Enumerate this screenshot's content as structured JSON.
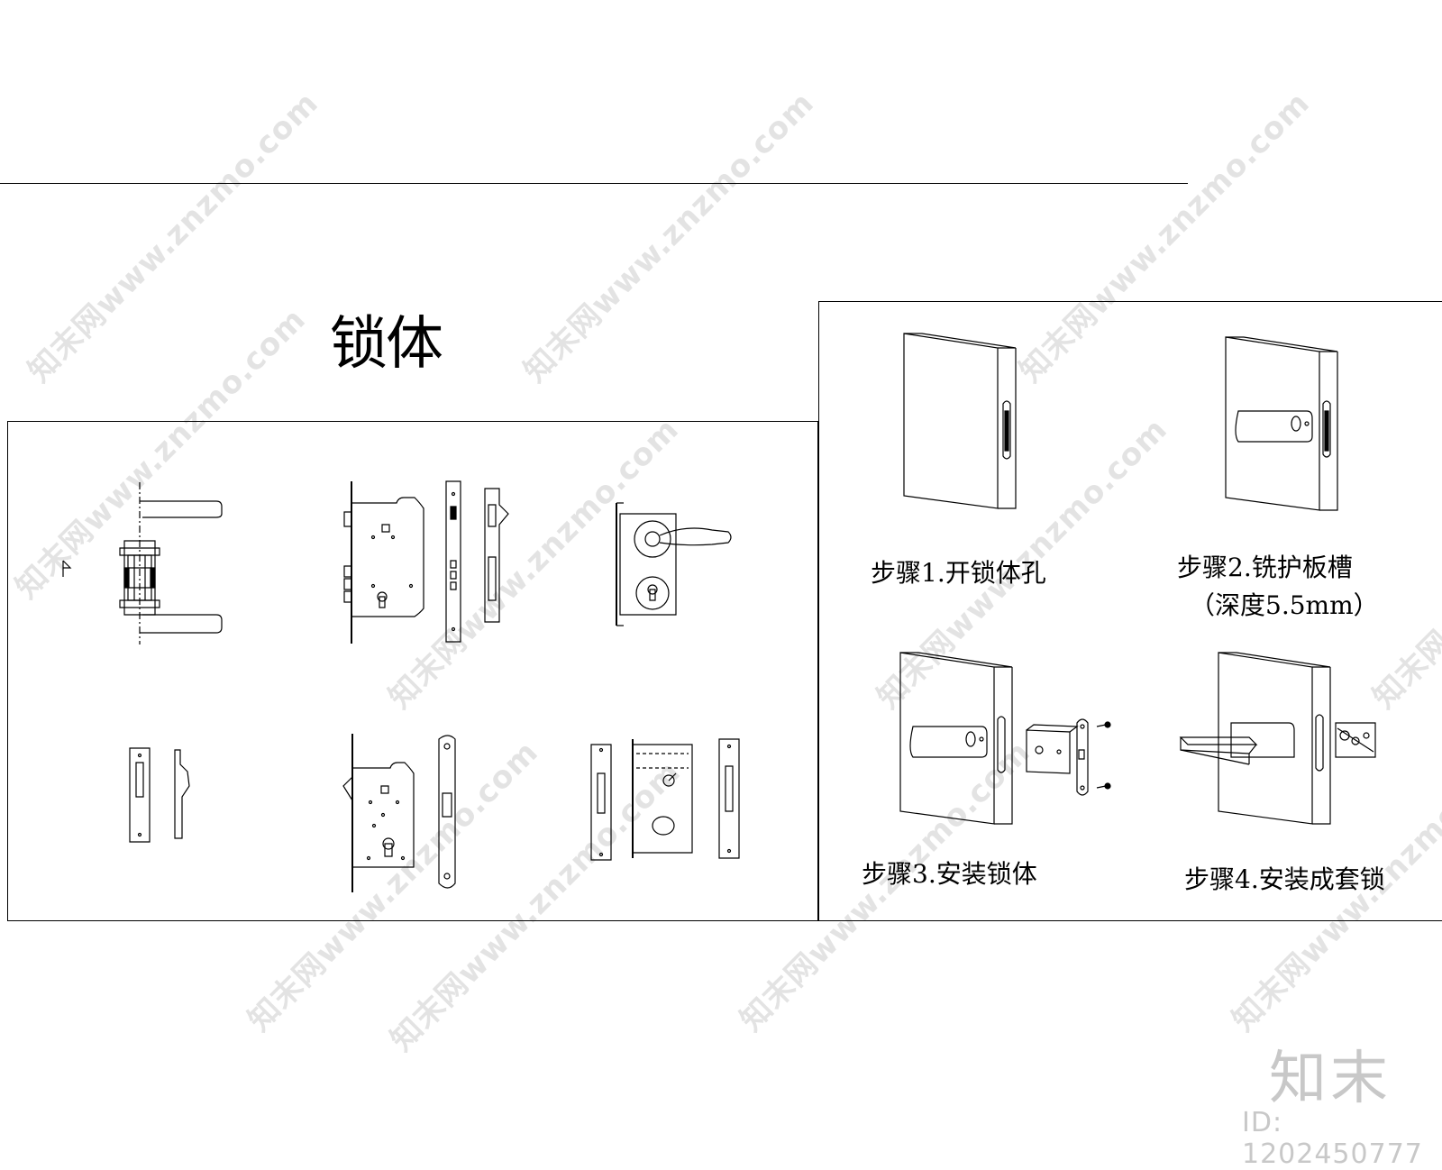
{
  "title": "锁体",
  "steps": [
    {
      "label": "步骤1.开锁体孔"
    },
    {
      "label": "步骤2.铣护板槽"
    },
    {
      "label": "（深度5.5mm）"
    },
    {
      "label": "步骤3.安装锁体"
    },
    {
      "label": "步骤4.安装成套锁"
    }
  ],
  "watermark": {
    "text": "知末网www.znzmo.com"
  },
  "brand": {
    "name": "知末",
    "id_text": "ID: 1202450777"
  }
}
